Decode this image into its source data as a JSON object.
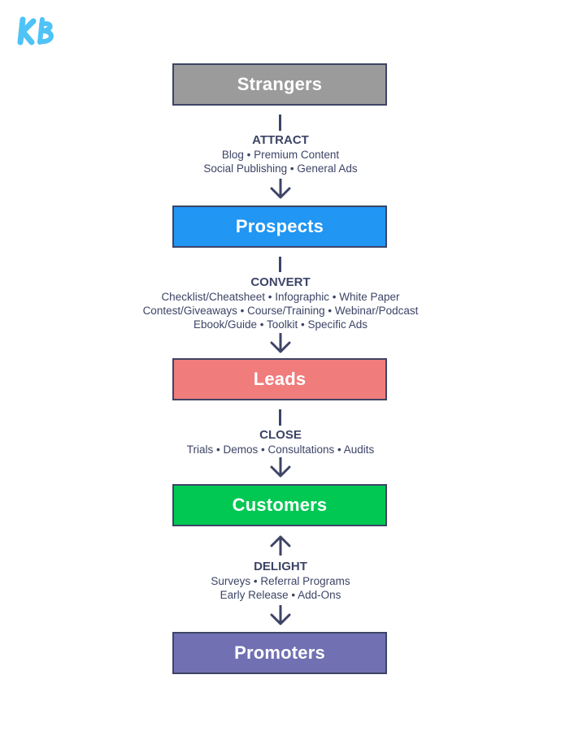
{
  "colors": {
    "strangers": "#9b9b9b",
    "prospects": "#2196f3",
    "leads": "#f07c7c",
    "customers": "#00c853",
    "promoters": "#7070b3",
    "ink": "#3d4466",
    "logo": "#4fc3f7"
  },
  "logo": {
    "icon": "kb-logo-icon"
  },
  "stages": {
    "strangers": "Strangers",
    "prospects": "Prospects",
    "leads": "Leads",
    "customers": "Customers",
    "promoters": "Promoters"
  },
  "transitions": {
    "attract": {
      "heading": "ATTRACT",
      "lines": [
        "Blog • Premium Content",
        "Social Publishing • General Ads"
      ]
    },
    "convert": {
      "heading": "CONVERT",
      "lines": [
        "Checklist/Cheatsheet • Infographic • White Paper",
        "Contest/Giveaways • Course/Training • Webinar/Podcast",
        "Ebook/Guide • Toolkit • Specific Ads"
      ]
    },
    "close": {
      "heading": "CLOSE",
      "lines": [
        "Trials • Demos • Consultations • Audits"
      ]
    },
    "delight": {
      "heading": "DELIGHT",
      "lines": [
        "Surveys • Referral Programs",
        "Early Release • Add-Ons"
      ]
    }
  }
}
